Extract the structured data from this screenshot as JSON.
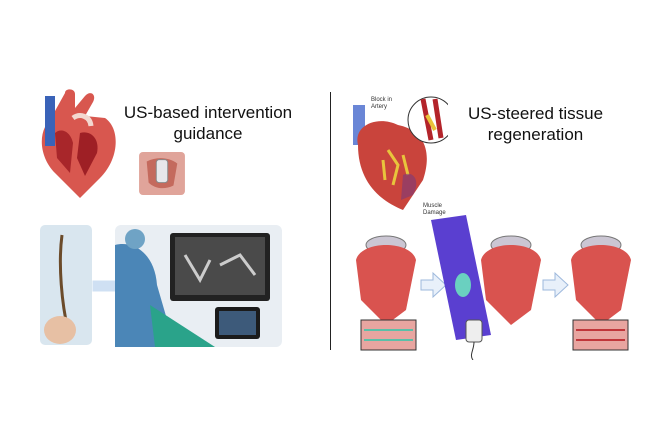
{
  "left_panel": {
    "title_line1": "US-based intervention",
    "title_line2": "guidance"
  },
  "right_panel": {
    "title_line1": "US-steered tissue",
    "title_line2": "regeneration",
    "label_block": "Block in Artery",
    "label_damage_1": "Muscle",
    "label_damage_2": "Damage"
  },
  "colors": {
    "heart": "#c9443c",
    "arrow": "#cfe0f3",
    "probe": "#5a3fd0"
  }
}
